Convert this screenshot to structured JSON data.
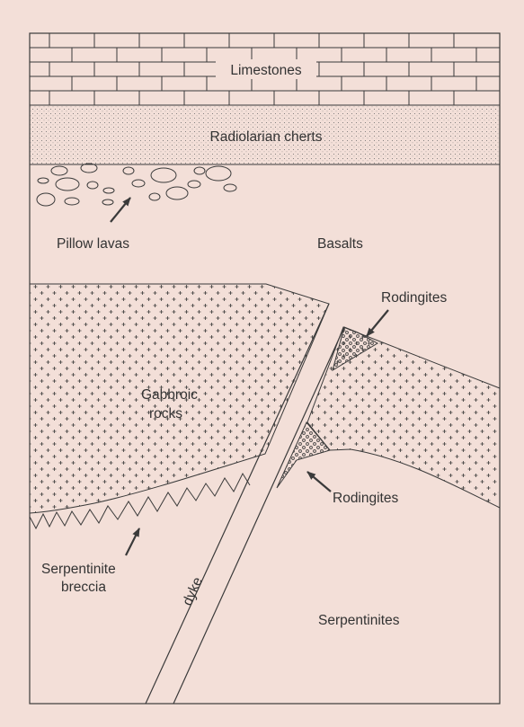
{
  "colors": {
    "background": "#f3dfd8",
    "line": "#3a3a3a"
  },
  "labels": {
    "limestones": "Limestones",
    "radiolarian_cherts": "Radiolarian cherts",
    "pillow_lavas": "Pillow lavas",
    "basalts": "Basalts",
    "rodingites_upper": "Rodingites",
    "gabbroic_1": "Gabbroic",
    "gabbroic_2": "rocks",
    "rodingites_lower": "Rodingites",
    "serpentinite_breccia_1": "Serpentinite",
    "serpentinite_breccia_2": "breccia",
    "dyke": "dyke",
    "serpentinites": "Serpentinites"
  }
}
